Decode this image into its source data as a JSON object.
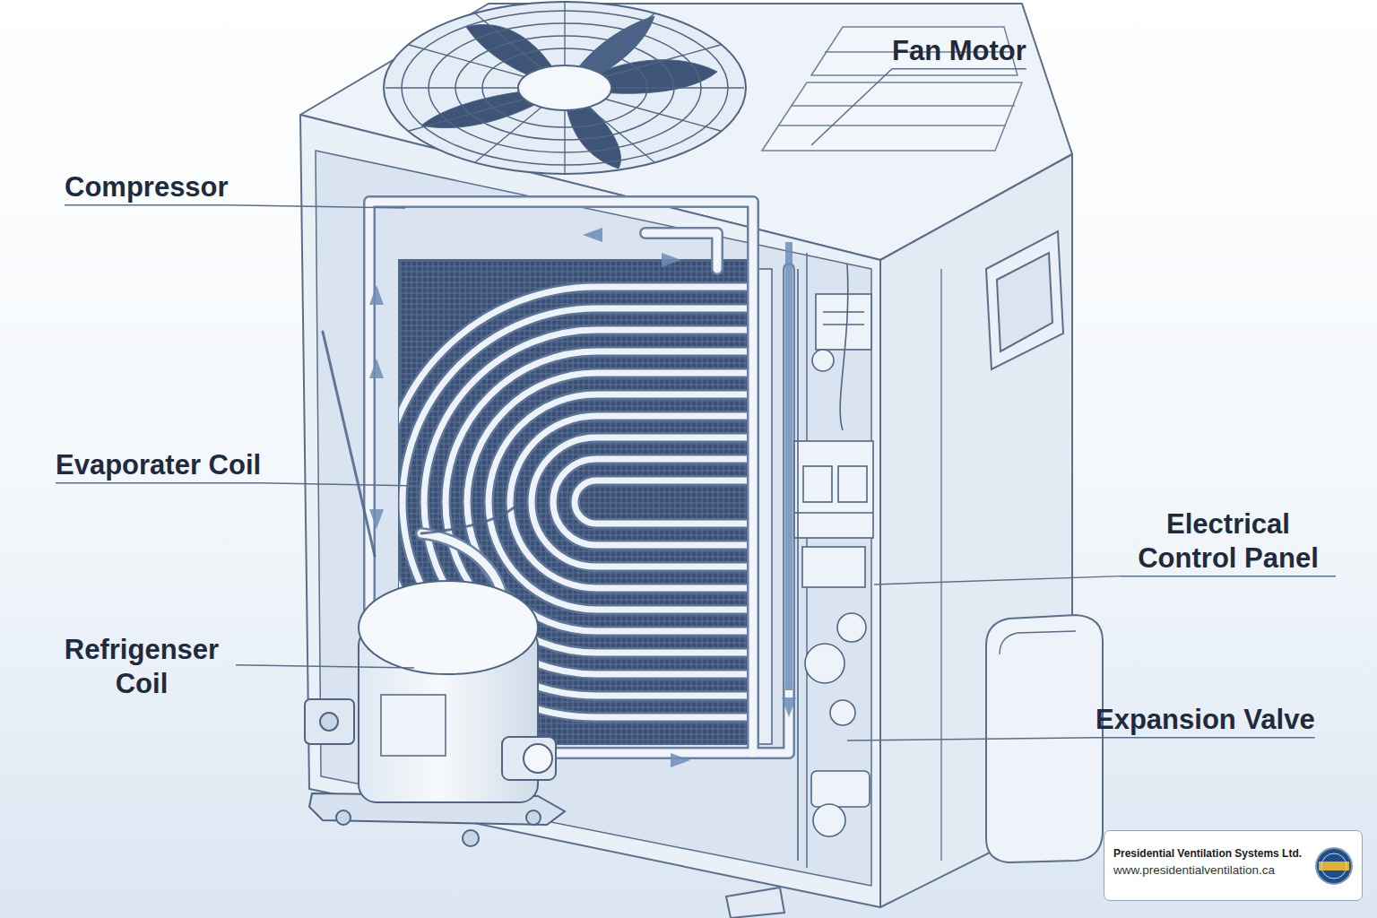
{
  "diagram": {
    "nodes": [
      {
        "text": [
          "Presidential Ventilation Systems Ltd.",
          "www.presidentialventilation.ca"
        ]
      }
    ],
    "labels": [
      "Fan Motor",
      "Compressor",
      "Evaporater Coil",
      "Refrigenser Coil",
      "Electrical Control Panel",
      "Expansion Valve"
    ]
  }
}
